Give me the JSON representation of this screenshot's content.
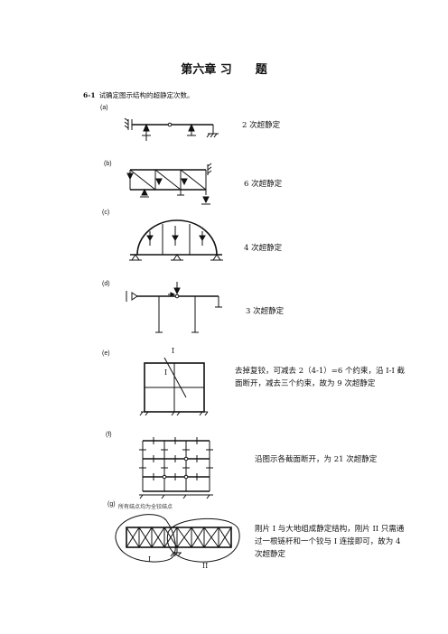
{
  "chapter_title": "第六章 习　　题",
  "problem": {
    "number": "6-1",
    "text": "试确定图示结构的超静定次数。"
  },
  "figures": [
    {
      "label": "(a)",
      "answer": "2 次超静定"
    },
    {
      "label": "(b)",
      "answer": "6 次超静定"
    },
    {
      "label": "(c)",
      "answer": "4 次超静定"
    },
    {
      "label": "(d)",
      "answer": "3 次超静定"
    },
    {
      "label": "(e)",
      "answer": "去掉复铰，可减去 2（4-1）=6 个约束，沿 I-I 截面断开，减去三个约束，故为 9 次超静定",
      "section_mark": "I"
    },
    {
      "label": "(f)",
      "answer": "沿图示各截面断开，为 21 次超静定"
    },
    {
      "label": "(g)",
      "note": "所有结点均为全铰结点",
      "answer": "刚片 I 与大地组成静定结构，刚片 II 只需通过一根链杆和一个铰与 I 连接即可，故为 4 次超静定",
      "body_labels": [
        "I",
        "II"
      ]
    }
  ]
}
